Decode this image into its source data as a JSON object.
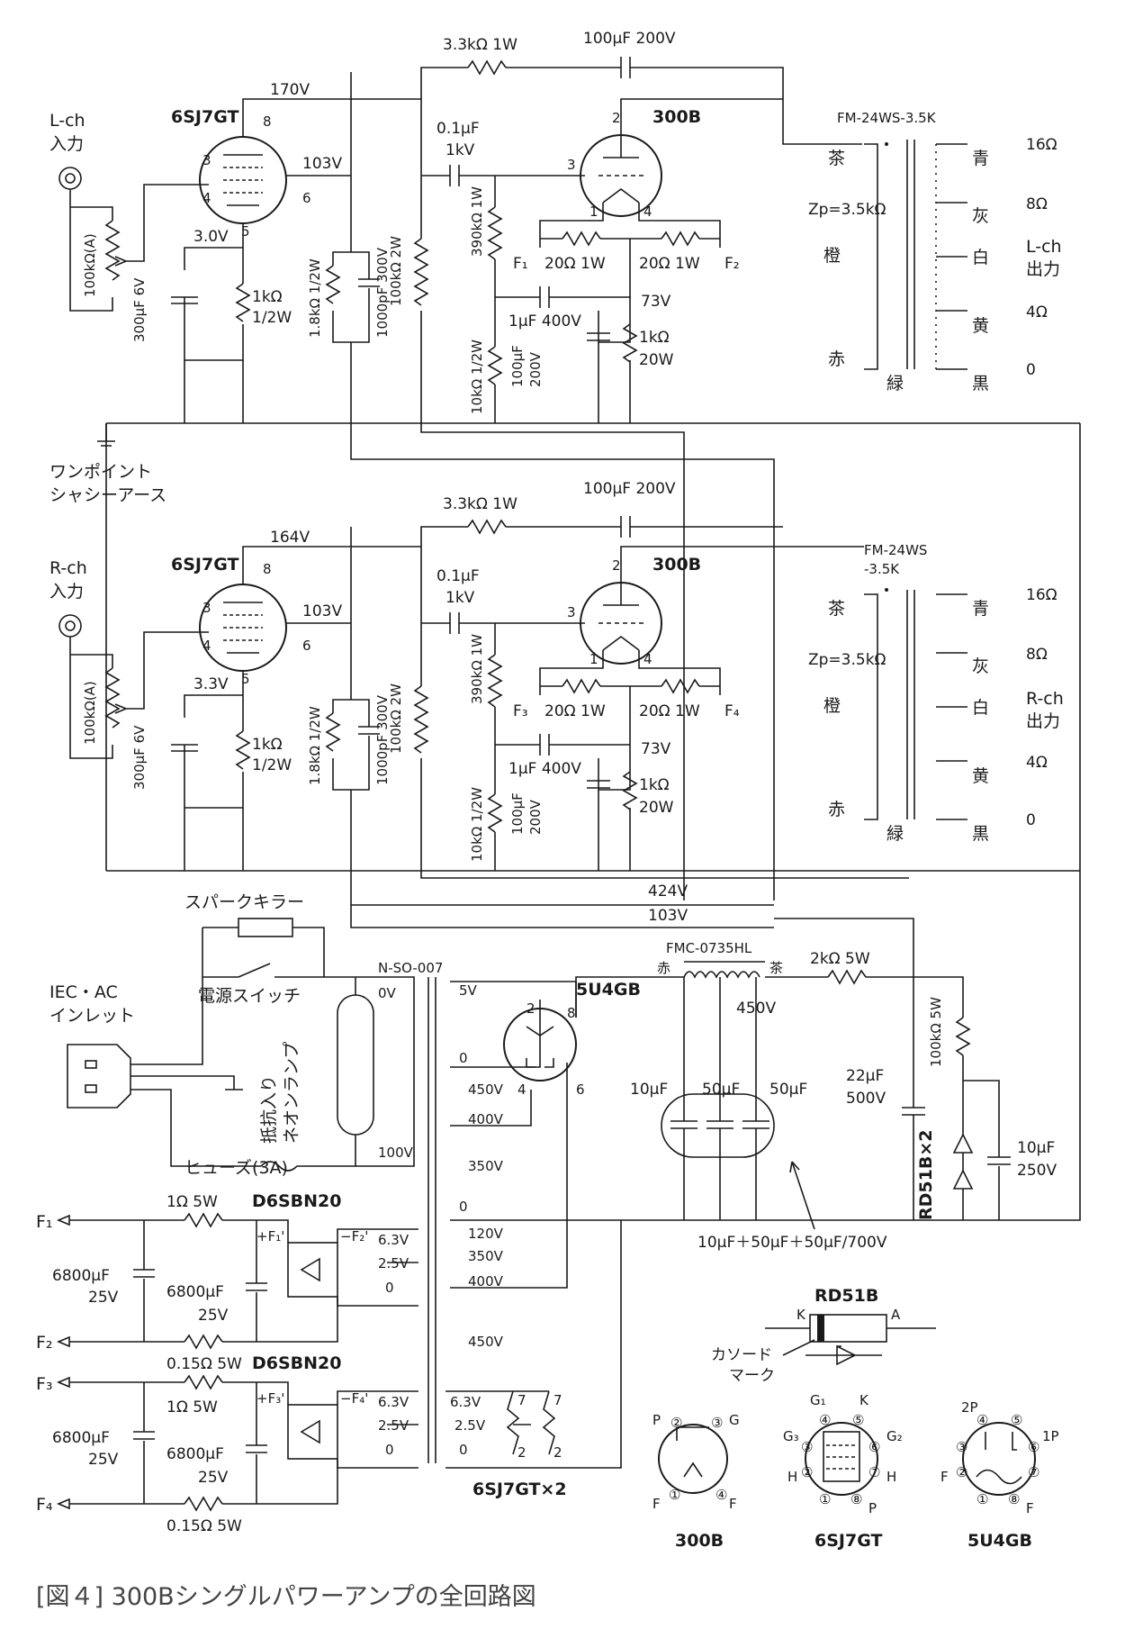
{
  "caption": "[図４] 300Bシングルパワーアンプの全回路図",
  "tubes": {
    "driver": "6SJ7GT",
    "output": "300B",
    "rectifier": "5U4GB",
    "heater_note": "6SJ7GT×2"
  },
  "left_channel": {
    "input_label": [
      "L-ch",
      "入力"
    ],
    "volume": "100kΩ(A)",
    "plate_v": "170V",
    "screen_v": "103V",
    "cathode_v": "3.0V",
    "cathode_cap": "300μF 6V",
    "cathode_res": [
      "1kΩ",
      "1/2W"
    ],
    "feedback_res": "3.3kΩ 1W",
    "feedback_cap": "100μF 200V",
    "screen_res": "1.8kΩ 1/2W",
    "screen_cap": "1000pF 300V",
    "plate_res": "100kΩ 2W",
    "coupling_cap": [
      "0.1μF",
      "1kV"
    ],
    "grid_res": "390kΩ 1W",
    "grid_return": "10kΩ 1/2W",
    "bypass_cap": "1μF 400V",
    "cathode_bypass": [
      "100μF",
      "200V"
    ],
    "cathode_bias": [
      "1kΩ",
      "20W"
    ],
    "bias_v": "73V",
    "hum_res_1": "20Ω 1W",
    "hum_res_2": "20Ω 1W",
    "filament_a": "F₁",
    "filament_b": "F₂",
    "transformer": "FM-24WS-3.5K",
    "zp": "Zp=3.5kΩ",
    "pri_top": "茶",
    "pri_mid": "橙",
    "pri_bot": "赤",
    "center": "緑",
    "taps": [
      {
        "color": "青",
        "imp": "16Ω"
      },
      {
        "color": "灰",
        "imp": "8Ω"
      },
      {
        "color": "白",
        "imp": ""
      },
      {
        "color": "黄",
        "imp": "4Ω"
      },
      {
        "color": "黒",
        "imp": "0"
      }
    ],
    "output_label": [
      "L-ch",
      "出力"
    ],
    "ground_label": [
      "ワンポイント",
      "シャシーアース"
    ]
  },
  "right_channel": {
    "input_label": [
      "R-ch",
      "入力"
    ],
    "volume": "100kΩ(A)",
    "plate_v": "164V",
    "screen_v": "103V",
    "cathode_v": "3.3V",
    "cathode_cap": "300μF 6V",
    "cathode_res": [
      "1kΩ",
      "1/2W"
    ],
    "feedback_res": "3.3kΩ 1W",
    "feedback_cap": "100μF 200V",
    "screen_res": "1.8kΩ 1/2W",
    "screen_cap": "1000pF 300V",
    "plate_res": "100kΩ 2W",
    "coupling_cap": [
      "0.1μF",
      "1kV"
    ],
    "grid_res": "390kΩ 1W",
    "grid_return": "10kΩ 1/2W",
    "bypass_cap": "1μF 400V",
    "cathode_bypass": [
      "100μF",
      "200V"
    ],
    "cathode_bias": [
      "1kΩ",
      "20W"
    ],
    "bias_v": "73V",
    "hum_res_1": "20Ω 1W",
    "hum_res_2": "20Ω 1W",
    "filament_a": "F₃",
    "filament_b": "F₄",
    "transformer": [
      "FM-24WS",
      "-3.5K"
    ],
    "zp": "Zp=3.5kΩ",
    "pri_top": "茶",
    "pri_mid": "橙",
    "pri_bot": "赤",
    "center": "緑",
    "taps": [
      {
        "color": "青",
        "imp": "16Ω"
      },
      {
        "color": "灰",
        "imp": "8Ω"
      },
      {
        "color": "白",
        "imp": ""
      },
      {
        "color": "黄",
        "imp": "4Ω"
      },
      {
        "color": "黒",
        "imp": "0"
      }
    ],
    "output_label": [
      "R-ch",
      "出力"
    ]
  },
  "power_supply": {
    "b_plus": "424V",
    "screen_supply": "103V",
    "spark_killer": "スパークキラー",
    "power_switch": "電源スイッチ",
    "inlet": [
      "IEC・AC",
      "インレット"
    ],
    "neon": [
      "抵抗入り",
      "ネオンランプ"
    ],
    "fuse": "ヒューズ(3A)",
    "transformer": "N-SO-007",
    "primary_taps": [
      "0V",
      "100V"
    ],
    "rect_heater": [
      "5V",
      "0"
    ],
    "hv_taps": [
      "450V",
      "400V",
      "350V",
      "0",
      "120V",
      "350V",
      "400V",
      "450V"
    ],
    "heater_taps_a": [
      "6.3V",
      "2.5V",
      "0"
    ],
    "heater_taps_b": [
      "6.3V",
      "2.5V",
      "0"
    ],
    "heater_taps_c": [
      "6.3V",
      "2.5V",
      "0"
    ],
    "choke": "FMC-0735HL",
    "choke_leads": [
      "赤",
      "茶"
    ],
    "choke_v": "450V",
    "caps": [
      "10μF",
      "50μF",
      "50μF"
    ],
    "cap_note": "10μF＋50μF＋50μF/700V",
    "dropping_res": "2kΩ 5W",
    "bleeder": "100kΩ 5W",
    "cap_22": [
      "22μF",
      "500V"
    ],
    "zener": "RD51B×2",
    "cap_10": [
      "10μF",
      "250V"
    ],
    "rect_pins": [
      "2",
      "8",
      "4",
      "6"
    ],
    "bridge_1": {
      "name": "D6SBN20",
      "res_top": "1Ω 5W",
      "res_bot": "0.15Ω 5W",
      "cap_a": [
        "6800μF",
        "25V"
      ],
      "cap_b": [
        "6800μF",
        "25V"
      ],
      "out_pos": "F₁",
      "out_neg": "F₂",
      "term_pos": "+F₁'",
      "term_neg": "−F₂'"
    },
    "bridge_2": {
      "name": "D6SBN20",
      "res_top": "1Ω 5W",
      "res_bot": "0.15Ω 5W",
      "cap_a": [
        "6800μF",
        "25V"
      ],
      "cap_b": [
        "6800μF",
        "25V"
      ],
      "out_pos": "F₃",
      "out_neg": "F₄",
      "term_pos": "+F₃'",
      "term_neg": "−F₄'"
    },
    "sj7_pins": [
      "7",
      "2",
      "7",
      "2"
    ]
  },
  "legend": {
    "rd51b": "RD51B",
    "rd51b_k": "K",
    "rd51b_a": "A",
    "cathode_mark": [
      "カソード",
      "マーク"
    ],
    "base_300b": {
      "name": "300B",
      "pins": [
        "P",
        "G",
        "F",
        "F"
      ],
      "nums": [
        "②",
        "③",
        "①",
        "④"
      ]
    },
    "base_6sj7": {
      "name": "6SJ7GT",
      "pins": [
        "G₁",
        "K",
        "G₃",
        "G₂",
        "H",
        "H",
        "P"
      ],
      "nums": [
        "④",
        "⑤",
        "③",
        "⑥",
        "②",
        "⑦",
        "①",
        "⑧"
      ]
    },
    "base_5u4": {
      "name": "5U4GB",
      "pins": [
        "2P",
        "1P",
        "F",
        "F"
      ],
      "nums": [
        "④",
        "⑤",
        "③",
        "⑥",
        "②",
        "⑦",
        "①",
        "⑧"
      ]
    }
  }
}
